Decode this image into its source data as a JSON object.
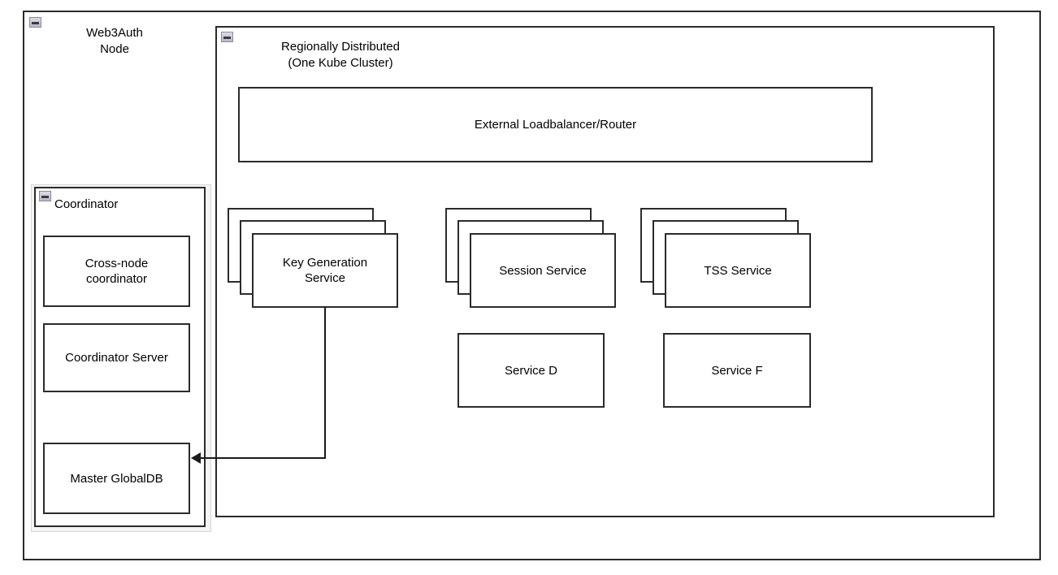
{
  "diagram": {
    "type": "architecture-diagram",
    "background": "#ffffff",
    "stroke_color": "#2b2b2b",
    "text_color": "#000000",
    "containers": [
      {
        "id": "web3auth-node",
        "title": "Web3Auth\nNode",
        "collapse_icon": "minus-icon"
      },
      {
        "id": "regionally-distributed",
        "title": "Regionally Distributed\n(One Kube Cluster)",
        "collapse_icon": "minus-icon"
      },
      {
        "id": "coordinator",
        "title": "Coordinator",
        "collapse_icon": "minus-icon"
      }
    ],
    "coordinator_nodes": [
      {
        "id": "cross-node-coordinator",
        "label": "Cross-node\ncoordinator"
      },
      {
        "id": "coordinator-server",
        "label": "Coordinator Server"
      },
      {
        "id": "master-globaldb",
        "label": "Master GlobalDB"
      }
    ],
    "cluster_nodes": [
      {
        "id": "external-loadbalancer",
        "label": "External Loadbalancer/Router",
        "stacked": false,
        "replicas": 1
      },
      {
        "id": "key-generation-service",
        "label": "Key Generation\nService",
        "stacked": true,
        "replicas": 3
      },
      {
        "id": "session-service",
        "label": "Session Service",
        "stacked": true,
        "replicas": 3
      },
      {
        "id": "tss-service",
        "label": "TSS Service",
        "stacked": true,
        "replicas": 3
      },
      {
        "id": "service-d",
        "label": "Service D",
        "stacked": false,
        "replicas": 1
      },
      {
        "id": "service-f",
        "label": "Service F",
        "stacked": false,
        "replicas": 1
      }
    ],
    "connections": [
      {
        "id": "keygen-to-masterdb",
        "from": "key-generation-service",
        "to": "master-globaldb",
        "arrow": "to",
        "style": "orthogonal"
      }
    ]
  }
}
